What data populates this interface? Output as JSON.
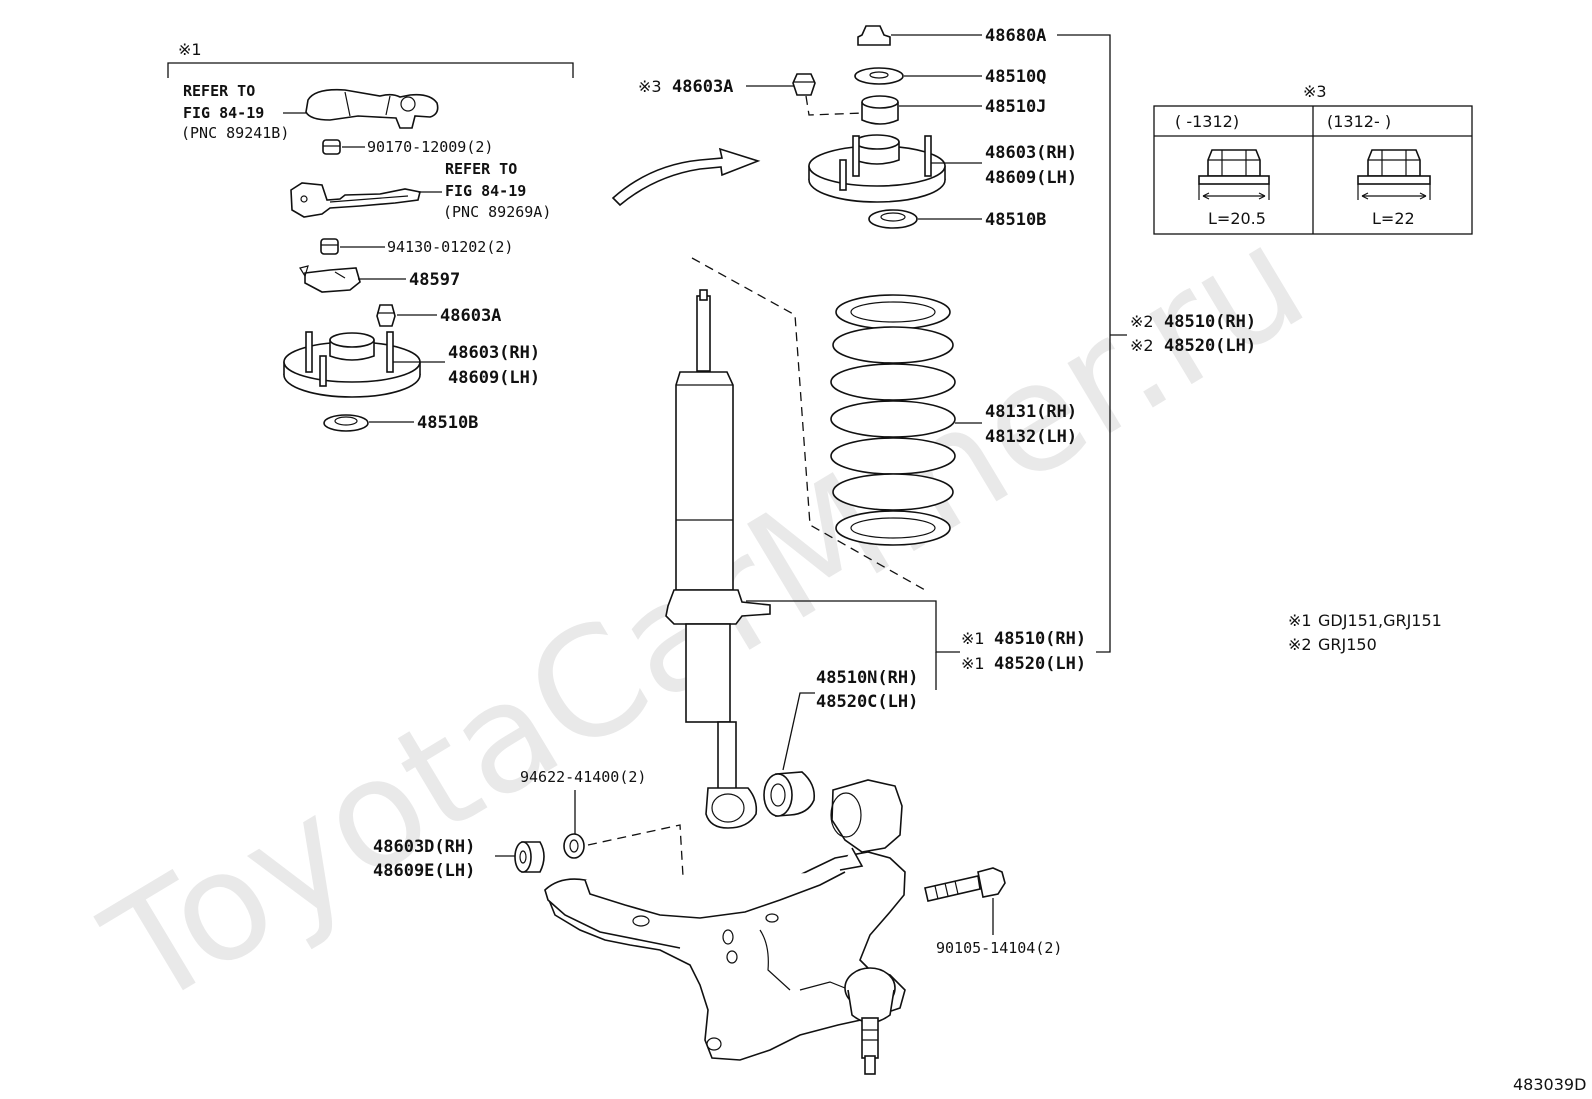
{
  "watermark": "ToyotaCarMiner.ru",
  "figure_code": "483039D",
  "inset_group": {
    "marker": "※1",
    "refer_a": [
      "REFER TO",
      "FIG 84-19",
      "(PNC 89241B)"
    ],
    "refer_b": [
      "REFER TO",
      "FIG 84-19",
      "(PNC 89269A)"
    ],
    "labels": {
      "p90170": "90170-12009(2)",
      "p94130": "94130-01202(2)",
      "p48597": "48597",
      "p48603A": "48603A",
      "p48603rh": "48603(RH)",
      "p48609lh": "48609(LH)",
      "p48510B": "48510B"
    }
  },
  "main_labels": {
    "p48680A": "48680A",
    "p48603A_mark": "※3",
    "p48603A": "48603A",
    "p48510Q": "48510Q",
    "p48510J": "48510J",
    "p48603rh": "48603(RH)",
    "p48609lh": "48609(LH)",
    "p48510B": "48510B",
    "asm2_rh_mark": "※2",
    "asm2_rh": "48510(RH)",
    "asm2_lh_mark": "※2",
    "asm2_lh": "48520(LH)",
    "spring_rh": "48131(RH)",
    "spring_lh": "48132(LH)",
    "asm1_rh_mark": "※1",
    "asm1_rh": "48510(RH)",
    "asm1_lh_mark": "※1",
    "asm1_lh": "48520(LH)",
    "bush_rh": "48510N(RH)",
    "bush_lh": "48520C(LH)",
    "p94622": "94622-41400(2)",
    "p48603D": "48603D(RH)",
    "p48609E": "48609E(LH)",
    "p90105": "90105-14104(2)"
  },
  "nut_table": {
    "marker": "※3",
    "columns": [
      {
        "header": "(      -1312)",
        "length": "L=20.5"
      },
      {
        "header": "(1312-      )",
        "length": "L=22"
      }
    ]
  },
  "notes": [
    {
      "mark": "※1",
      "text": "GDJ151,GRJ151"
    },
    {
      "mark": "※2",
      "text": "GRJ150"
    }
  ]
}
